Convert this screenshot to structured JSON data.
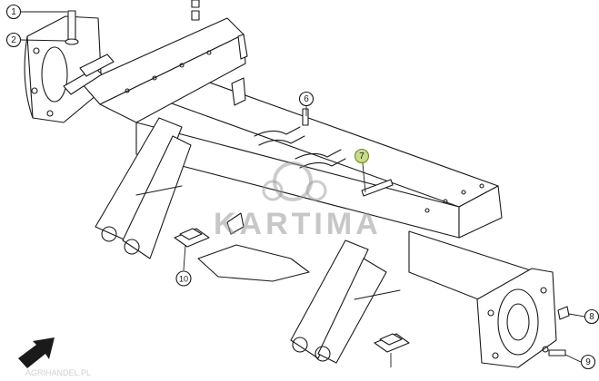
{
  "diagram": {
    "callouts": [
      {
        "id": "c1",
        "label": "1",
        "highlight": false
      },
      {
        "id": "c2",
        "label": "2",
        "highlight": false
      },
      {
        "id": "c6",
        "label": "6",
        "highlight": false
      },
      {
        "id": "c7",
        "label": "7",
        "highlight": true
      },
      {
        "id": "c8",
        "label": "8",
        "highlight": false
      },
      {
        "id": "c9",
        "label": "9",
        "highlight": false
      },
      {
        "id": "c10",
        "label": "10",
        "highlight": false
      }
    ],
    "watermark": "KARTIMA",
    "footer": "AGRIHANDEL.PL",
    "colors": {
      "line": "#1a1a1a",
      "highlight": "#c8dc8c",
      "watermark": "#9a9a9a"
    }
  }
}
